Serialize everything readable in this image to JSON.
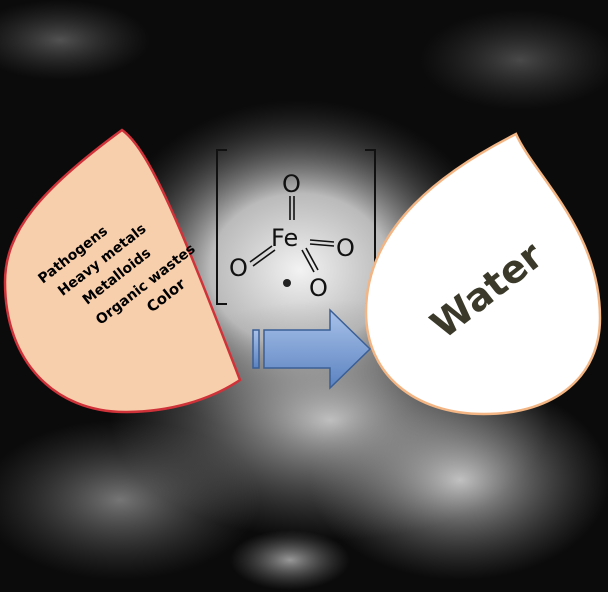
{
  "contaminant_drop": {
    "items": [
      "Pathogens",
      "Heavy metals",
      "Metalloids",
      "Organic wastes",
      "Color"
    ],
    "fill_color": "#f8cfac",
    "border_color": "#d0323a"
  },
  "ferrate_structure": {
    "center_atom": "Fe",
    "oxygen_atoms": [
      "O",
      "O",
      "O",
      "O"
    ]
  },
  "water_drop": {
    "label": "Water",
    "fill_color": "#ffffff",
    "border_color": "#f2b583"
  },
  "arrow": {
    "fill_color": "#7fa2d6",
    "border_color": "#3a5f96"
  }
}
